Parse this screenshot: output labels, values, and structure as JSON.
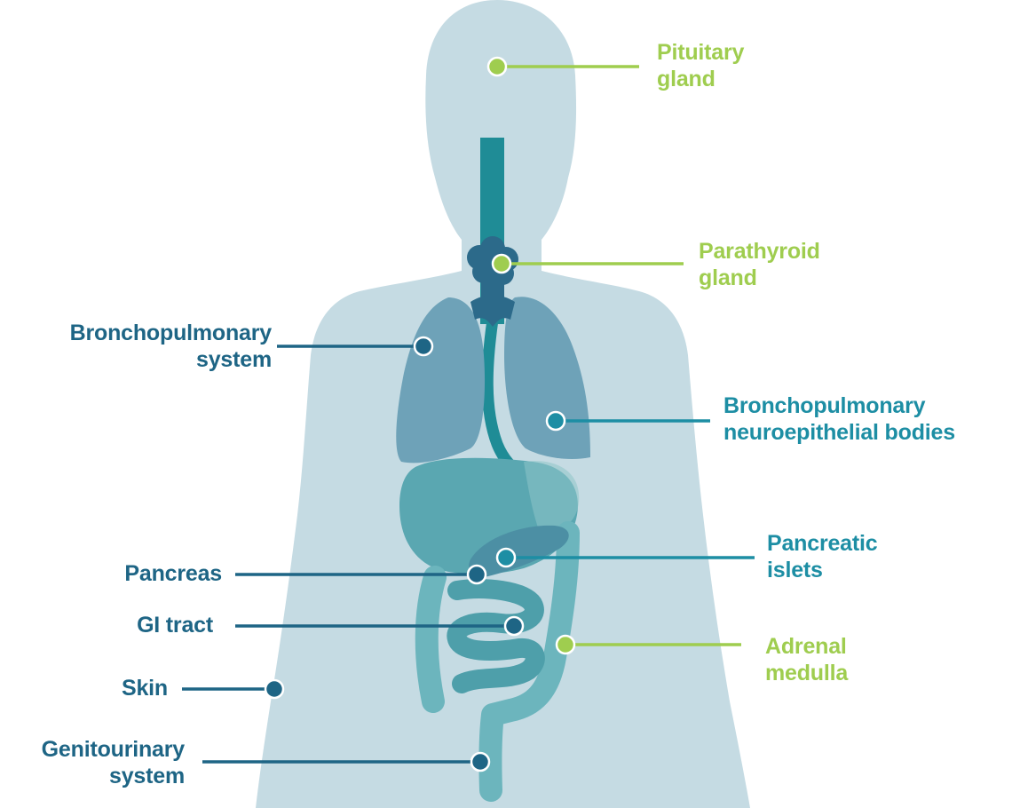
{
  "colors": {
    "body": "#c5dbe3",
    "trachea": "#1f8c96",
    "thyroid": "#2c6a8a",
    "lungs": "#6ea2b8",
    "stomach": "#5aa7b1",
    "intestine": "#6cb5bd",
    "pancreas": "#4c8fa4",
    "green": "#9fcd4f",
    "navy": "#1e6585",
    "teal": "#1d8ea4"
  },
  "labels": {
    "pituitary": [
      "Pituitary",
      "gland"
    ],
    "parathyroid": [
      "Parathyroid",
      "gland"
    ],
    "bronchopulmonary_system": [
      "Bronchopulmonary",
      "system"
    ],
    "neuroepithelial": [
      "Bronchopulmonary",
      "neuroepithelial bodies"
    ],
    "pancreatic_islets": [
      "Pancreatic",
      "islets"
    ],
    "pancreas": "Pancreas",
    "gi_tract": "GI tract",
    "adrenal": [
      "Adrenal",
      "medulla"
    ],
    "skin": "Skin",
    "genitourinary": [
      "Genitourinary",
      "system"
    ]
  },
  "markers": [
    {
      "id": "pituitary",
      "color_key": "green",
      "icon": "green-dot"
    },
    {
      "id": "parathyroid",
      "color_key": "green",
      "icon": "green-dot"
    },
    {
      "id": "bronchopulmonary_system",
      "color_key": "navy",
      "icon": "navy-dot"
    },
    {
      "id": "neuroepithelial",
      "color_key": "teal",
      "icon": "teal-dot"
    },
    {
      "id": "pancreatic_islets",
      "color_key": "teal",
      "icon": "teal-dot"
    },
    {
      "id": "pancreas",
      "color_key": "navy",
      "icon": "navy-dot"
    },
    {
      "id": "gi_tract",
      "color_key": "navy",
      "icon": "navy-dot"
    },
    {
      "id": "adrenal",
      "color_key": "green",
      "icon": "green-dot"
    },
    {
      "id": "skin",
      "color_key": "navy",
      "icon": "navy-dot"
    },
    {
      "id": "genitourinary",
      "color_key": "navy",
      "icon": "navy-dot"
    }
  ]
}
